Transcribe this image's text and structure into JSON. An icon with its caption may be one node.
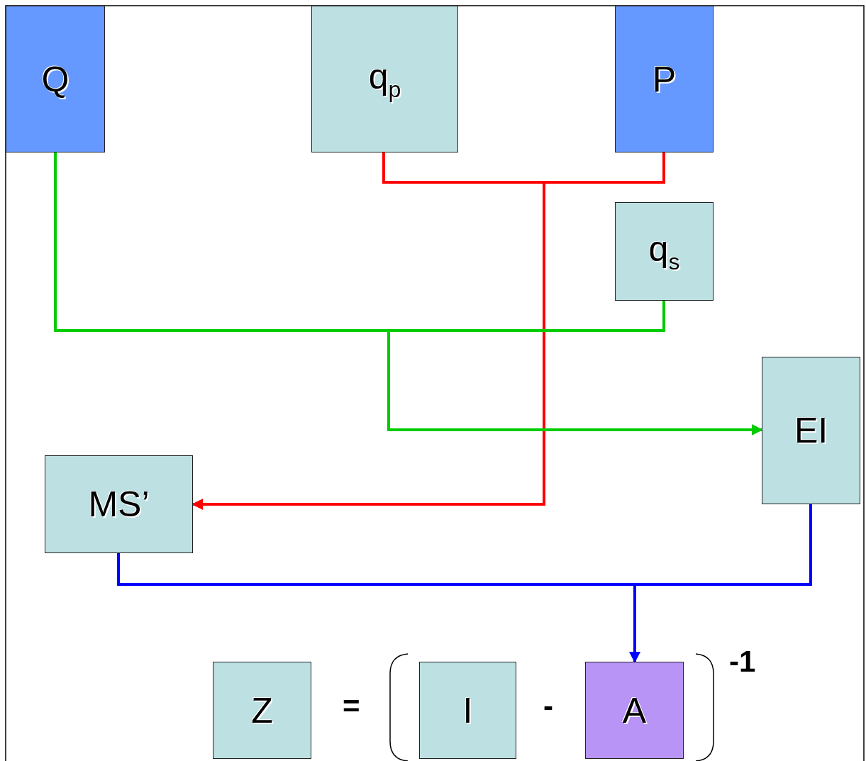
{
  "diagram": {
    "nodes": [
      {
        "text": [
          "Q"
        ]
      },
      {
        "text": [
          "q$_{p}$"
        ]
      },
      {
        "text": [
          "P"
        ]
      },
      {
        "text": [
          "q$_{s}$"
        ]
      },
      {
        "text": [
          "EI"
        ]
      },
      {
        "text": [
          "MS’"
        ]
      },
      {
        "text": [
          "Z"
        ]
      },
      {
        "text": [
          "I"
        ]
      },
      {
        "text": [
          "A"
        ]
      }
    ],
    "edges": [
      {
        "from": 1,
        "to": 5,
        "arrow": "to",
        "color": "#ff0000"
      },
      {
        "from": 2,
        "to": 5,
        "arrow": "to",
        "color": "#ff0000"
      },
      {
        "from": 0,
        "to": 4,
        "arrow": "to",
        "color": "#00cc00"
      },
      {
        "from": 3,
        "to": 4,
        "arrow": "to",
        "color": "#00cc00"
      },
      {
        "from": 5,
        "to": 8,
        "arrow": "to",
        "color": "#0000ff"
      },
      {
        "from": 4,
        "to": 8,
        "arrow": "to",
        "color": "#0000ff"
      }
    ],
    "labels": [
      "=",
      "-",
      "-1"
    ]
  }
}
